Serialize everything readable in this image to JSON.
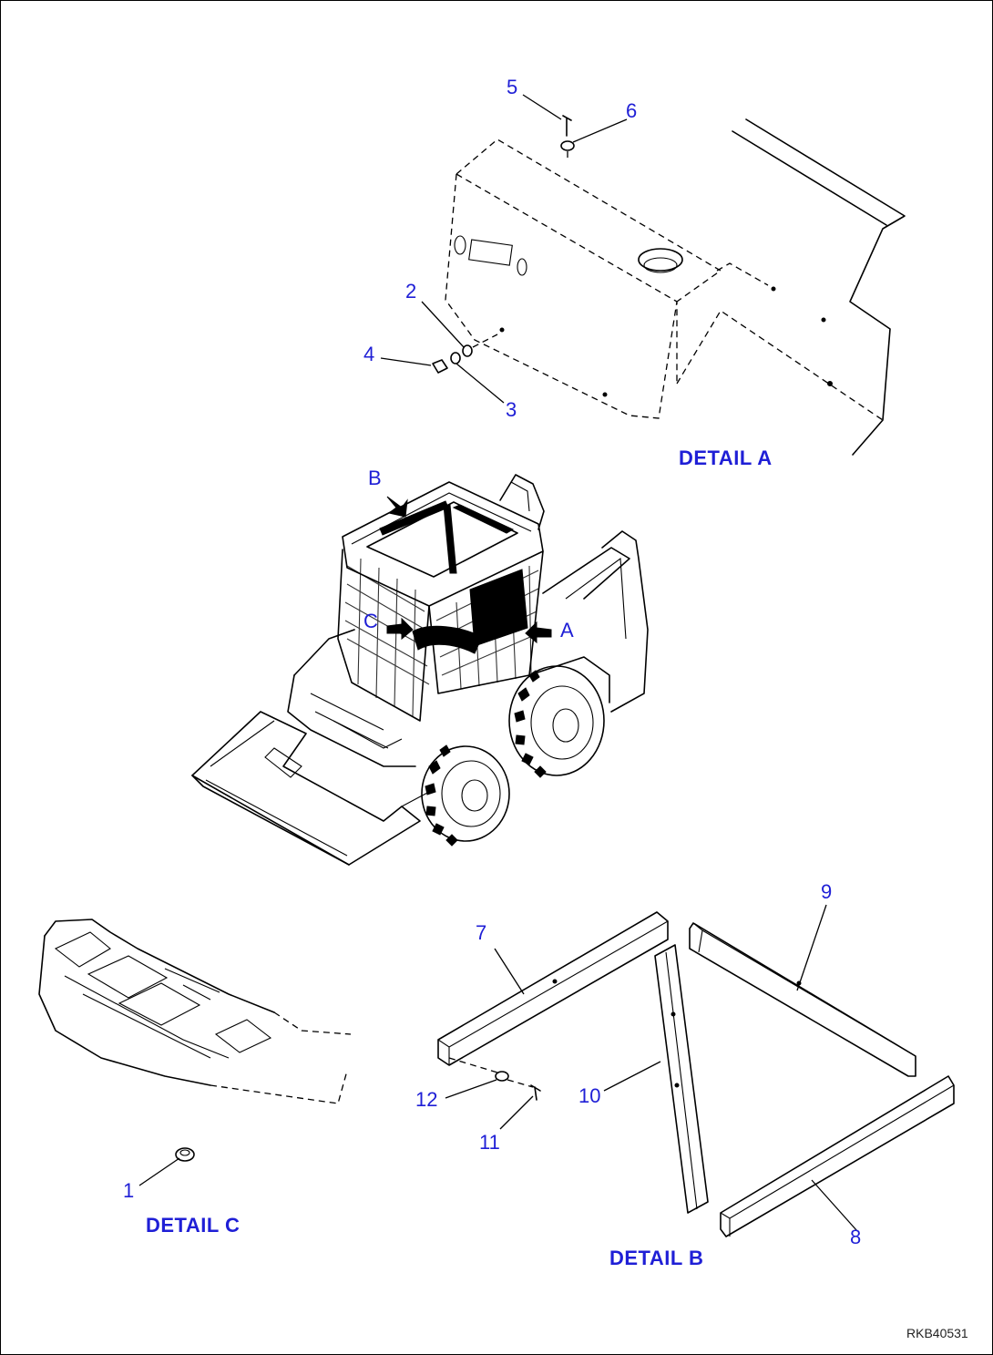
{
  "callouts": {
    "c1": "1",
    "c2": "2",
    "c3": "3",
    "c4": "4",
    "c5": "5",
    "c6": "6",
    "c7": "7",
    "c8": "8",
    "c9": "9",
    "c10": "10",
    "c11": "11",
    "c12": "12"
  },
  "arrows": {
    "a": "A",
    "b": "B",
    "c": "C"
  },
  "details": {
    "detail_a": "DETAIL A",
    "detail_b": "DETAIL B",
    "detail_c": "DETAIL C"
  },
  "drawing_code": "RKB40531",
  "colors": {
    "label": "#1f1fd6",
    "line": "#000000"
  }
}
